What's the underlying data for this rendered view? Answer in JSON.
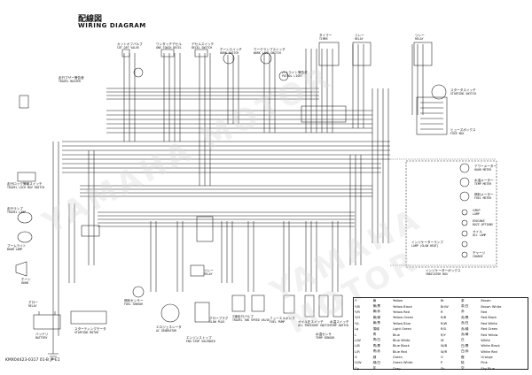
{
  "header": {
    "title_jp": "配線図",
    "title_en": "WIRING DIAGRAM"
  },
  "watermark": {
    "text_1": "YAMAHA MOTOR",
    "text_2": "YAMAHA MOTOR"
  },
  "doc_code": "KMX04423-0317 01-B JP E1",
  "components": {
    "cutout_valve": {
      "jp": "カットオフバルブ",
      "en": "CUT OFF VALVE"
    },
    "one_touch_decel": {
      "jp": "ワンタッチデセル",
      "en": "ONE TOUCH DECEL"
    },
    "decel_switch": {
      "jp": "デセルスイッチ",
      "en": "DECEL SWITCH"
    },
    "horn_switch": {
      "jp": "ホーンスイッチ",
      "en": "HORN SWITCH"
    },
    "work_lamp_switch": {
      "jp": "ワークランプスイッチ",
      "en": "WORK LAMP SWITCH"
    },
    "timer": {
      "jp": "タイマー",
      "en": "TIMER"
    },
    "relay_1": {
      "jp": "リレー",
      "en": "RELAY"
    },
    "relay_2": {
      "jp": "リレー",
      "en": "RELAY"
    },
    "travel_buzzer": {
      "jp": "走行ブザー警告音",
      "en": "TRAVEL BUZZER"
    },
    "patrol_light": {
      "jp": "パトライト警告灯",
      "en": "PATROL LIGHT"
    },
    "starting_switch": {
      "jp": "スタータスイッチ",
      "en": "STARTING SWITCH"
    },
    "fuse_box": {
      "jp": "ヒューズボックス",
      "en": "FUSE BOX"
    },
    "travel_lock_switch": {
      "jp": "走行ロック警報スイッチ",
      "en": "TRAVEL LOCK BUZ SWITCH"
    },
    "hour_meter": {
      "jp": "アワーメーター",
      "en": "HOUR METER"
    },
    "temp_meter": {
      "jp": "水温メーター",
      "en": "TEMP METER"
    },
    "fuel_meter": {
      "jp": "燃料メーター",
      "en": "FUEL METER"
    },
    "grip_lamp": {
      "jp": "GRIP",
      "en": "LAMP"
    },
    "engine_lamp": {
      "jp": "ENGINE",
      "en": "BUZZ OPTIONS"
    },
    "oil_lamp": {
      "jp": "オイル",
      "en": "OIL LAMP"
    },
    "charge_lamp": {
      "jp": "チャージ",
      "en": "CHARGE"
    },
    "indicator_box": {
      "jp": "インジケーターボックス",
      "en": "INDICATOR BOX"
    },
    "indicator_lamp": {
      "jp": "インジケーターランプ",
      "en": "LAMP (GLOW HEAT)"
    },
    "travel_lamp": {
      "jp": "走行ランプ",
      "en": "TRAVEL LAMP"
    },
    "boom_lamp": {
      "jp": "ブームライト",
      "en": "BOOM LAMP"
    },
    "horn": {
      "jp": "ホーン",
      "en": "HORN"
    },
    "glow_relay": {
      "jp": "グロー",
      "en": "RELAY"
    },
    "battery": {
      "jp": "バッテリ",
      "en": "BATTERY"
    },
    "starting_motor": {
      "jp": "スターティングモータ",
      "en": "STARTING MOTOR"
    },
    "fuel_sensor": {
      "jp": "燃料センサー",
      "en": "FUEL SENSOR"
    },
    "ac_generator": {
      "jp": "エロジェネレータ",
      "en": "AC GENERATOR"
    },
    "glow_plug": {
      "jp": "グロープラグ",
      "en": "GLOW PLUG"
    },
    "engine_stop": {
      "jp": "エンジンストップ",
      "en": "ENG STOP SOLENOID"
    },
    "travel_two_speed": {
      "jp": "2速走行バルブ",
      "en": "TRAVEL TWO SPEED VALVE"
    },
    "fuel_pump": {
      "jp": "フューエルポンプ",
      "en": "FUEL PUMP"
    },
    "oil_pressure": {
      "jp": "オイル圧スイッチ",
      "en": "OIL PRESSURE SWITCH"
    },
    "temp_sensor": {
      "jp": "水温センサ",
      "en": "TEMP SENSOR"
    },
    "temp_switch": {
      "jp": "水温スイッチ",
      "en": "TEMP SWITCH"
    },
    "relay_3": {
      "jp": "リレー",
      "en": "RELAY"
    }
  },
  "legend": {
    "rows": [
      [
        "Y",
        "黄",
        "Yellow",
        "Br",
        "茶",
        "Brown"
      ],
      [
        "Y/B",
        "黄/黒",
        "Yellow Black",
        "Br/W",
        "茶/白",
        "Brown White"
      ],
      [
        "Y/R",
        "黄/赤",
        "Yellow Red",
        "R",
        "赤",
        "Red"
      ],
      [
        "Y/G",
        "黄/緑",
        "Yellow Green",
        "R/B",
        "赤/黒",
        "Red Black"
      ],
      [
        "Y/L",
        "黄/青",
        "Yellow Blue",
        "R/W",
        "赤/白",
        "Red White"
      ],
      [
        "Lg",
        "薄緑",
        "Light Green",
        "R/G",
        "赤/緑",
        "Red Green"
      ],
      [
        "L",
        "青",
        "Blue",
        "R/Y",
        "赤/黄",
        "Red Yellow"
      ],
      [
        "L/W",
        "青/白",
        "Blue White",
        "W",
        "白",
        "White"
      ],
      [
        "L/B",
        "青/黒",
        "Blue Black",
        "W/B",
        "白/黒",
        "White Black"
      ],
      [
        "L/R",
        "青/赤",
        "Blue Red",
        "W/R",
        "白/赤",
        "White Red"
      ],
      [
        "G",
        "緑",
        "Green",
        "O",
        "橙",
        "Orange"
      ],
      [
        "G/W",
        "緑/白",
        "Green White",
        "P",
        "桃",
        "Pink"
      ],
      [
        "Gy",
        "灰",
        "Gray",
        "Sb",
        "空",
        "Sky Blue"
      ]
    ]
  },
  "colors": {
    "wire": "#1a1a1a",
    "dash": "#333333",
    "watermark": "#d8d8d8"
  }
}
